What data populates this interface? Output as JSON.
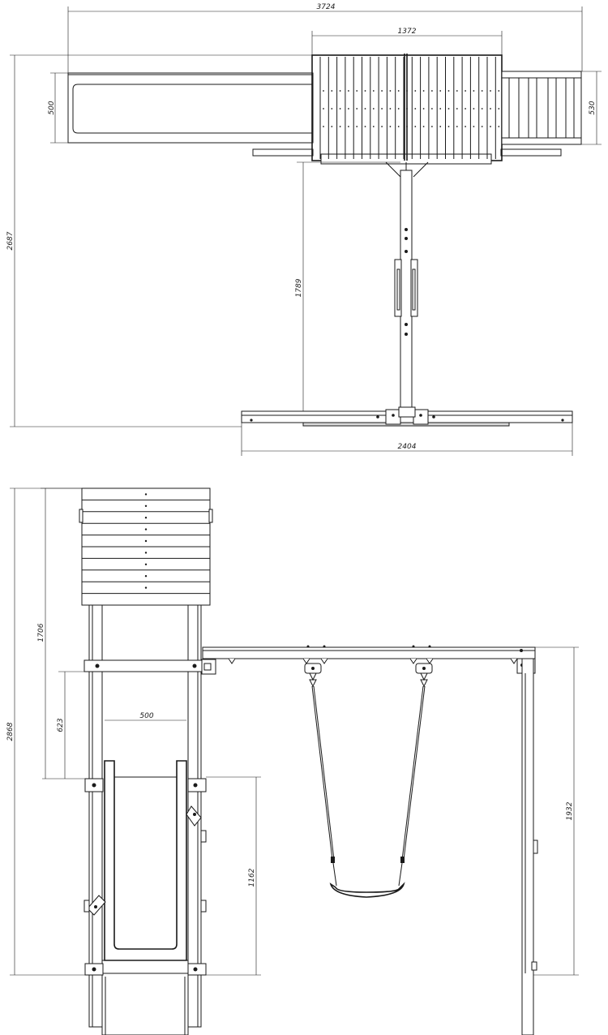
{
  "colors": {
    "line": "#1a1a1a",
    "background": "#ffffff",
    "fill": "#d9d9d9"
  },
  "top_view": {
    "dim_total_width": "3724",
    "dim_platform_width": "1372",
    "dim_slide_width": "500",
    "dim_ladder_width": "530",
    "dim_total_depth": "2687",
    "dim_beam_length": "1789",
    "dim_base_width": "2404"
  },
  "side_view": {
    "dim_tower_upper": "1706",
    "dim_total_height": "2868",
    "dim_rail_gap": "623",
    "dim_slide_inner": "500",
    "dim_slide_height": "1162",
    "dim_swing_height": "1932"
  }
}
